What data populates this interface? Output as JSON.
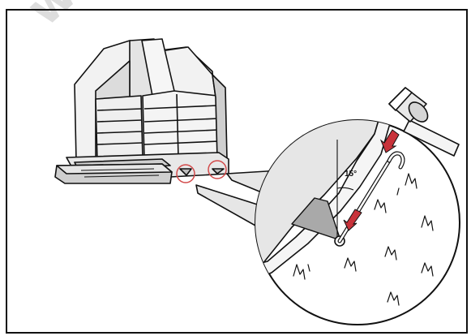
{
  "diagram": {
    "angle_label": "15°",
    "watermark_text": "w",
    "colors": {
      "outline": "#111111",
      "inflatable_light": "#f2f2f2",
      "inflatable_mid": "#cfcfcf",
      "inflatable_dark": "#9a9a9a",
      "highlight_circle": "#d24a4a",
      "arrow_red": "#c8323a",
      "watermark": "#d8d8d8"
    },
    "icons": [
      "bouncy-castle-illustration",
      "mallet-icon",
      "ground-stake-icon",
      "grass-tuft-icon",
      "down-arrow-icon"
    ]
  }
}
